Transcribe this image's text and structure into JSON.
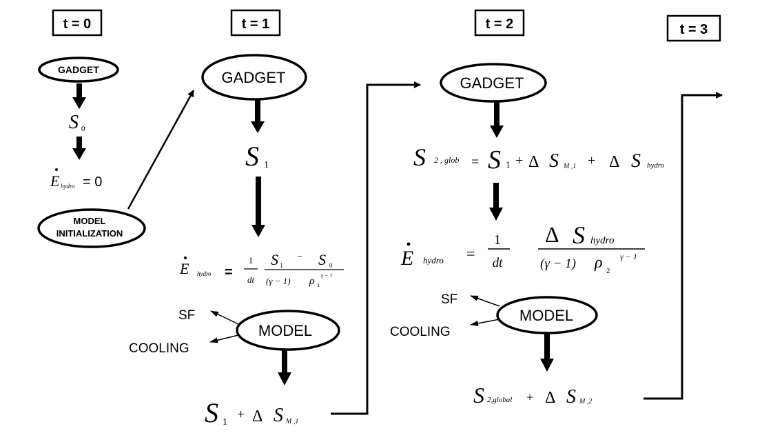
{
  "time_labels": [
    "t = 0",
    "t = 1",
    "t = 2",
    "t = 3"
  ],
  "nodes": {
    "gadget_0": "GADGET",
    "gadget_1": "GADGET",
    "gadget_2": "GADGET",
    "model_init_line1": "MODEL",
    "model_init_line2": "INITIALIZATION",
    "model_1": "MODEL",
    "model_2": "MODEL"
  },
  "side_labels": {
    "sf_1": "SF",
    "cooling_1": "COOLING",
    "sf_2": "SF",
    "cooling_2": "COOLING"
  },
  "math": {
    "S": "S",
    "E": "E",
    "sub_0": "0",
    "sub_1": "1",
    "sub_2_glob": "2 , glob",
    "sub_2_global": "2,global",
    "sub_M1": "M ,1",
    "sub_M2": "M ,2",
    "sub_hydro": "hydro",
    "eq_zero": "= 0",
    "eq": "=",
    "plus": "+",
    "minus": "−",
    "delta": "Δ",
    "one": "1",
    "dt": "dt",
    "gamma_minus_1": "(γ − 1)",
    "rho": "ρ",
    "gamma_exp": "γ − 1"
  },
  "colors": {
    "ink": "#000000",
    "background": "#ffffff"
  }
}
